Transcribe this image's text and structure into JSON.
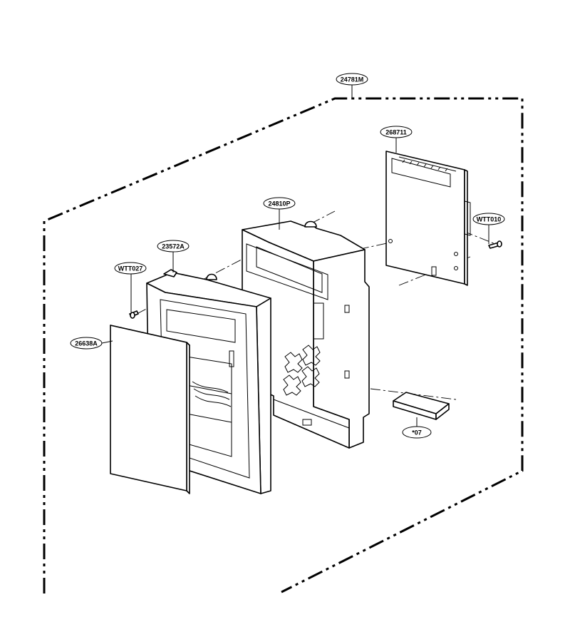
{
  "callouts": {
    "assembly": "24781M",
    "pcb": "268711",
    "screw_right": "WTT010",
    "housing": "24810P",
    "frame": "23572A",
    "screw_left": "WTT027",
    "panel": "26638A",
    "tag": "*07"
  }
}
